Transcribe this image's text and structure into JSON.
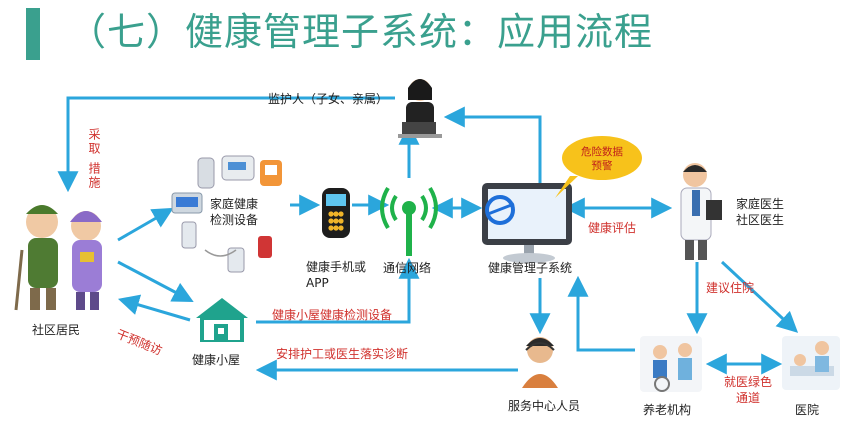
{
  "title": "（七）健康管理子系统：应用流程",
  "nodes": {
    "residents": "社区居民",
    "devices": "家庭健康\n检测设备",
    "phone": "健康手机或\nAPP",
    "network": "通信网络",
    "system": "健康管理子系统",
    "guardian": "监护人（子女、亲属）",
    "doctor": "家庭医生\n社区医生",
    "hut": "健康小屋",
    "service": "服务中心人员",
    "nursing": "养老机构",
    "hospital": "医院"
  },
  "edges": {
    "collect": "采取\n措施",
    "intervene": "干预随访",
    "hut_devices": "健康小屋健康检测设备",
    "arrange": "安排护工或医生落实诊断",
    "assess": "健康评估",
    "suggest": "建议住院",
    "green": "就医绿色\n通道",
    "alert": "危险数据\n预警"
  },
  "colors": {
    "accent": "#3aa08e",
    "arrow": "#2ba6dc",
    "alert_bubble": "#f7c21b",
    "edge_text": "#d0312d"
  }
}
